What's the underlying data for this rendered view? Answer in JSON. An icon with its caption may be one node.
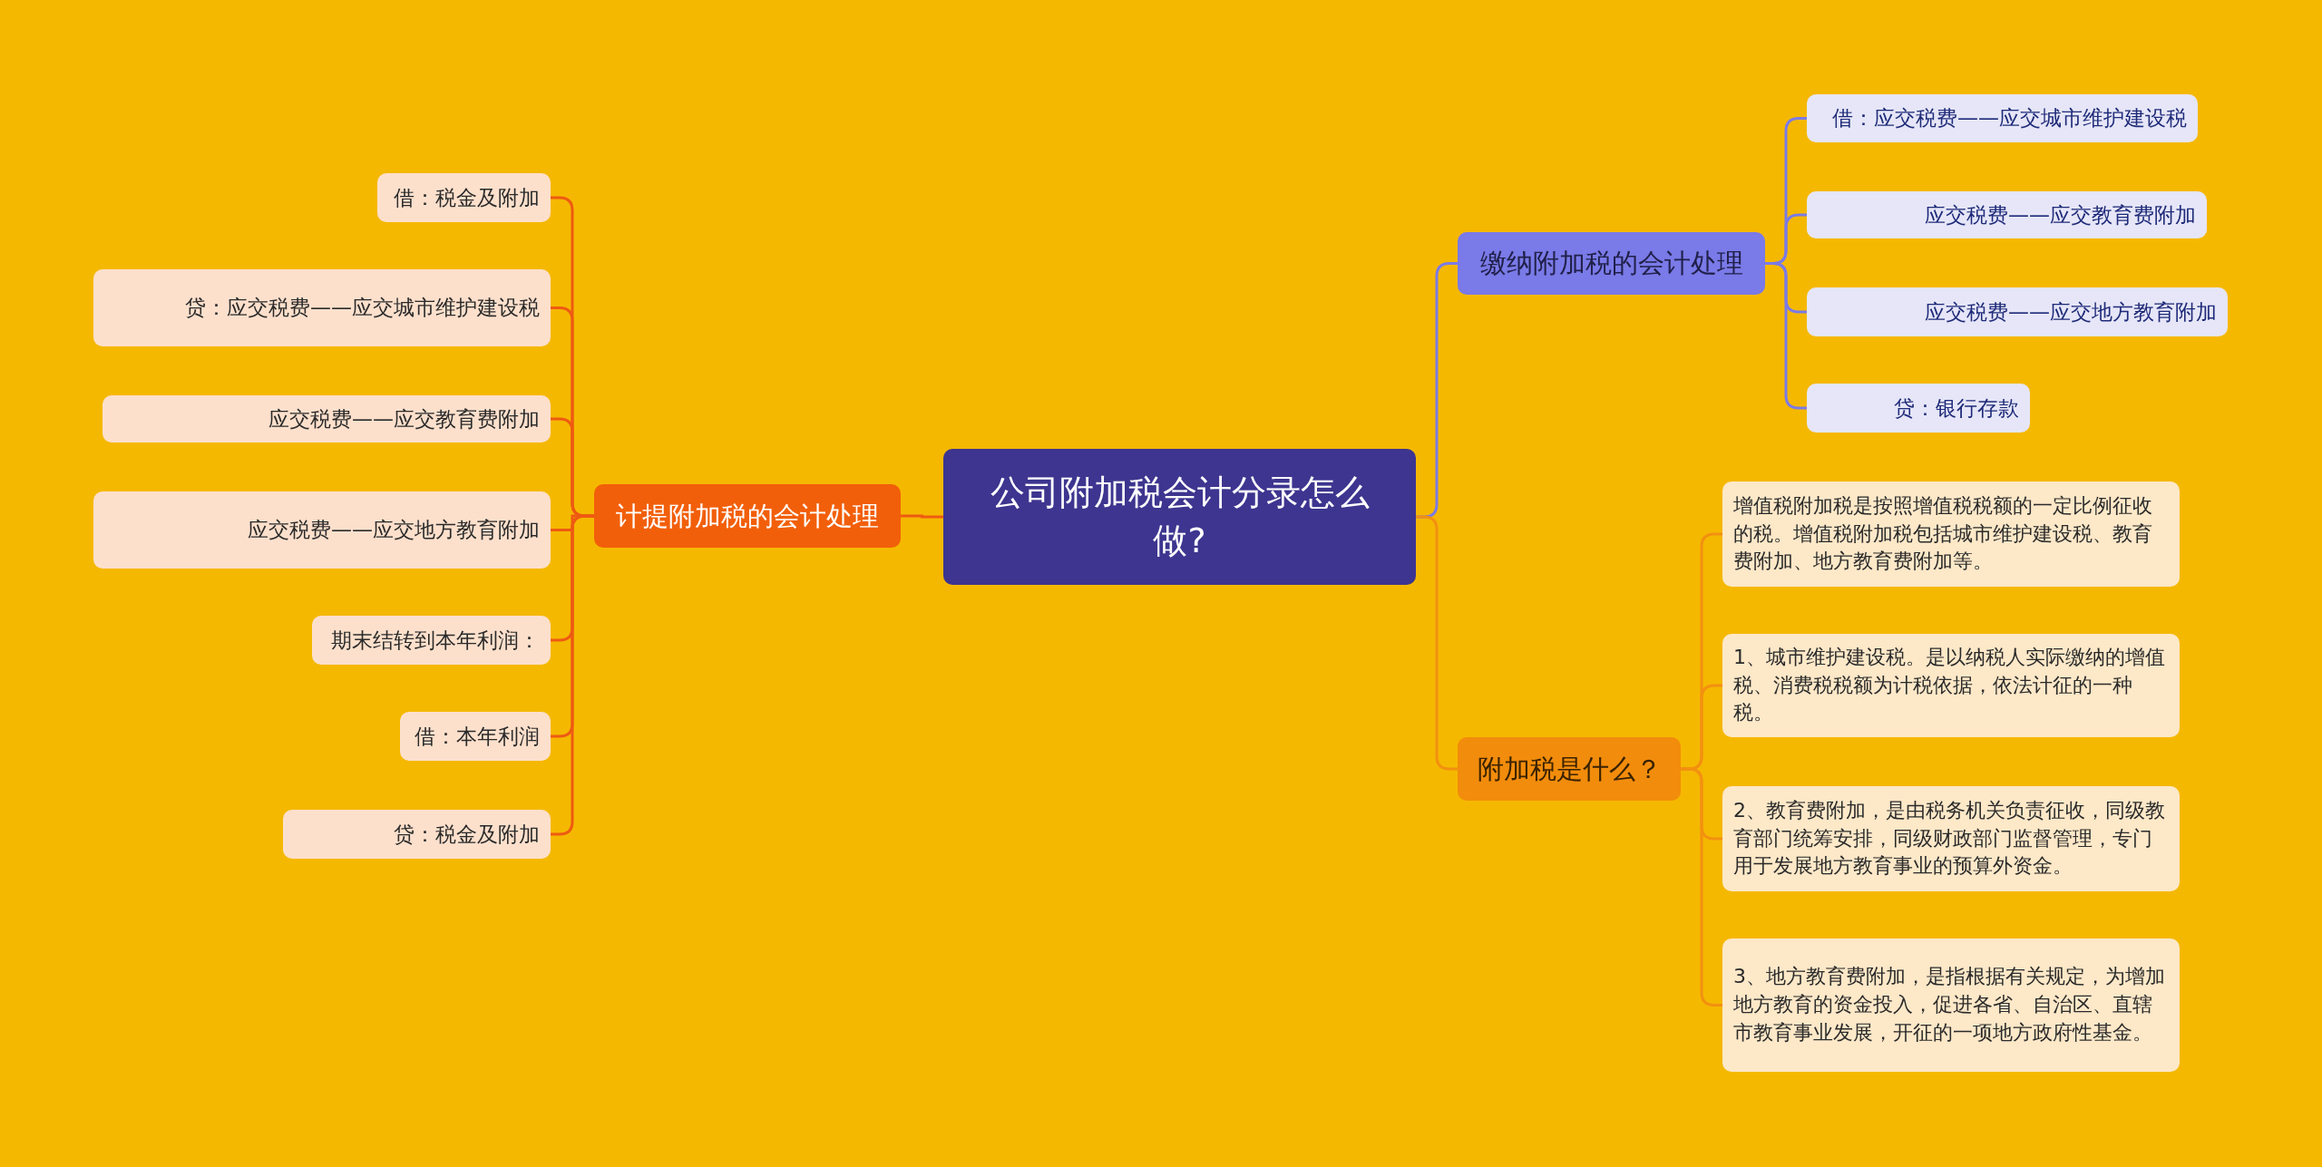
{
  "diagram": {
    "nodes": [
      {
        "text": [
          "公司附加税会计分录怎么做?"
        ]
      },
      {
        "text": [
          "缴纳附加税的会计处理"
        ]
      },
      {
        "text": [
          "借：应交税费——应交城市维护建设税"
        ]
      },
      {
        "text": [
          "应交税费——应交教育费附加"
        ]
      },
      {
        "text": [
          "应交税费——应交地方教育附加"
        ]
      },
      {
        "text": [
          "贷：银行存款"
        ]
      },
      {
        "text": [
          "附加税是什么？"
        ]
      },
      {
        "text": [
          "增值税附加税是按照增值税税额的一定比例征收的税。增值税附加税包括城市维护建设税、教育费附加、地方教育费附加等。"
        ]
      },
      {
        "text": [
          "1、城市维护建设税。是以纳税人实际缴纳的增值税、消费税税额为计税依据，依法计征的一种税。"
        ]
      },
      {
        "text": [
          "2、教育费附加，是由税务机关负责征收，同级教育部门统筹安排，同级财政部门监督管理，专门用于发展地方教育事业的预算外资金。"
        ]
      },
      {
        "text": [
          "3、地方教育费附加，是指根据有关规定，为增加地方教育的资金投入，促进各省、自治区、直辖市教育事业发展，开征的一项地方政府性基金。"
        ]
      },
      {
        "text": [
          "计提附加税的会计处理"
        ]
      },
      {
        "text": [
          "借：税金及附加"
        ]
      },
      {
        "text": [
          "贷：应交税费——应交城市维护建设税"
        ]
      },
      {
        "text": [
          "应交税费——应交教育费附加"
        ]
      },
      {
        "text": [
          "应交税费——应交地方教育附加"
        ]
      },
      {
        "text": [
          "期末结转到本年利润："
        ]
      },
      {
        "text": [
          "借：本年利润"
        ]
      },
      {
        "text": [
          "贷：税金及附加"
        ]
      }
    ],
    "edges": [
      {
        "from": 0,
        "to": 1,
        "arrow": "none",
        "color": "#7b7be6"
      },
      {
        "from": 1,
        "to": 2,
        "arrow": "none",
        "color": "#7b7be6"
      },
      {
        "from": 1,
        "to": 3,
        "arrow": "none",
        "color": "#7b7be6"
      },
      {
        "from": 1,
        "to": 4,
        "arrow": "none",
        "color": "#7b7be6"
      },
      {
        "from": 1,
        "to": 5,
        "arrow": "none",
        "color": "#7b7be6"
      },
      {
        "from": 0,
        "to": 6,
        "arrow": "none",
        "color": "#f29010"
      },
      {
        "from": 6,
        "to": 7,
        "arrow": "none",
        "color": "#f29010"
      },
      {
        "from": 6,
        "to": 8,
        "arrow": "none",
        "color": "#f29010"
      },
      {
        "from": 6,
        "to": 9,
        "arrow": "none",
        "color": "#f29010"
      },
      {
        "from": 6,
        "to": 10,
        "arrow": "none",
        "color": "#f29010"
      },
      {
        "from": 0,
        "to": 11,
        "arrow": "none"
      },
      {
        "from": 11,
        "to": 12,
        "arrow": "none"
      },
      {
        "from": 11,
        "to": 13,
        "arrow": "none"
      },
      {
        "from": 11,
        "to": 14,
        "arrow": "none"
      },
      {
        "from": 11,
        "to": 15,
        "arrow": "none"
      },
      {
        "from": 11,
        "to": 16,
        "arrow": "none"
      },
      {
        "from": 11,
        "to": 17,
        "arrow": "none"
      },
      {
        "from": 11,
        "to": 18,
        "arrow": "none"
      }
    ]
  }
}
